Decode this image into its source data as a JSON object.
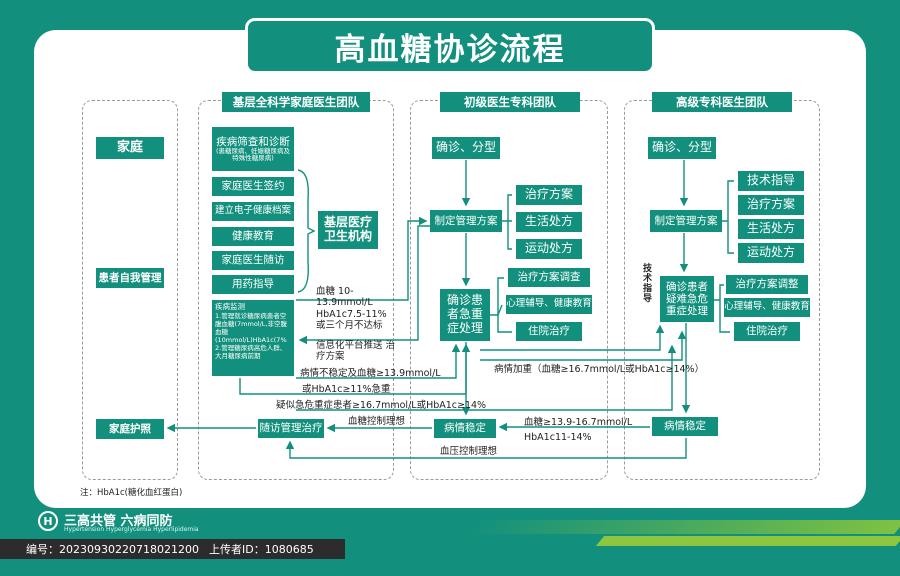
{
  "title": "高血糖协诊流程",
  "columns": {
    "primary": "基层全科学家庭医生团队",
    "junior": "初级医生专科团队",
    "senior": "高级专科医生团队"
  },
  "family": {
    "home": "家庭",
    "self_manage": "患者自我管理",
    "family_care": "家庭护照"
  },
  "primary_boxes": {
    "screening": "疾病筛查和诊断",
    "screening_sub": "(患糖尿病、妊娠糖尿病及特殊性糖尿病)",
    "items": [
      "家庭医生签约",
      "建立电子健康档案",
      "健康教育",
      "家庭医生随访",
      "用药指导"
    ],
    "monitor_title": "疾病监测",
    "monitor_body": "1.管理就诊糖尿病患者空腹血糖(7mmol/L,非空腹血糖(10mmol/L)HbA1c(7%  2.管理糖尿病高危人群、大月糖尿病前期",
    "institution": "基层医疗卫生机构"
  },
  "junior_boxes": {
    "diagnose": "确诊、分型",
    "plan": "制定管理方案",
    "plan_items": [
      "治疗方案",
      "生活处方",
      "运动处方"
    ],
    "followup_items": [
      "治疗方案调查",
      "心理辅导、健康教育",
      "住院治疗"
    ],
    "critical": "确诊患者急重症处理",
    "stable": "病情稳定"
  },
  "senior_boxes": {
    "diagnose": "确诊、分型",
    "plan": "制定管理方案",
    "guide_items": [
      "技术指导",
      "治疗方案",
      "生活处方",
      "运动处方"
    ],
    "critical": "确诊患者疑难急危重症处理",
    "critical_items": [
      "治疗方案调整",
      "心理辅导、健康教育",
      "住院治疗"
    ],
    "tech_guide": "技术指导",
    "stable": "病情稳定"
  },
  "followup_mgmt": "随访管理治疗",
  "labels": {
    "refer_criteria": "血糖 10-13.9mmol/L HbA1c7.5-11% 或三个月不达标",
    "info_push": "信息化平台推送 治疗方案",
    "unstable": "病情不稳定及血糖≥13.9mmol/L",
    "unstable2": "或HbA1c≥11%急重",
    "suspected": "疑似急危重症患者≥16.7mmol/L或HbA1c≥14%",
    "worsen": "病情加重（血糖≥16.7mmol/L或HbA1c≥14%）",
    "glucose_target": "血糖控制理想",
    "downrefer_glucose": "血糖≥13.9-16.7mmol/L",
    "downrefer_hba1c": "HbA1c11-14%",
    "bp_target": "血压控制理想"
  },
  "note": "注：HbA1c(糖化血红蛋白)",
  "brand": {
    "name": "三高共管 六病同防",
    "sub": "Hypertension Hyperglycemia Hyperlipidemia"
  },
  "footer": {
    "id_label": "编号：",
    "id_value": "20230930220718021200",
    "uploader_label": "上传者ID：",
    "uploader_value": "1080685"
  },
  "colors": {
    "primary": "#12907d",
    "accent": "#8dc63f"
  }
}
